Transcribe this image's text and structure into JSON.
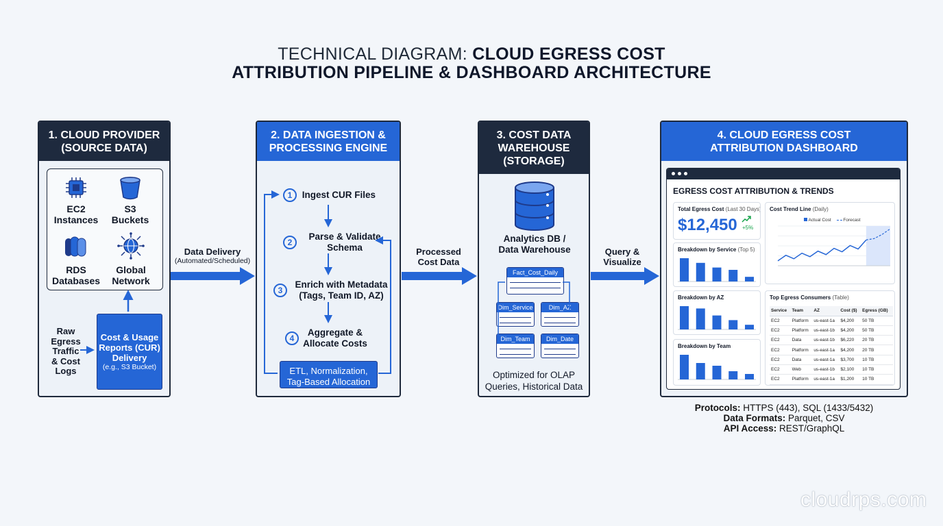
{
  "title": {
    "prefix": "TECHNICAL DIAGRAM: ",
    "emph": "CLOUD EGRESS COST",
    "line2": "ATTRIBUTION PIPELINE & DASHBOARD ARCHITECTURE"
  },
  "panel1": {
    "header_l1": "1. CLOUD PROVIDER",
    "header_l2": "(SOURCE DATA)",
    "services": [
      {
        "l1": "EC2",
        "l2": "Instances",
        "icon": "chip-icon"
      },
      {
        "l1": "S3",
        "l2": "Buckets",
        "icon": "bucket-icon"
      },
      {
        "l1": "RDS",
        "l2": "Databases",
        "icon": "database-cylinders-icon"
      },
      {
        "l1": "Global",
        "l2": "Network",
        "icon": "globe-network-icon"
      }
    ],
    "raw": [
      "Raw",
      "Egress",
      "Traffic",
      "& Cost",
      "Logs"
    ],
    "cur": [
      "Cost & Usage",
      "Reports (CUR)",
      "Delivery"
    ],
    "cur_note": "(e.g., S3 Bucket)"
  },
  "arrow1": {
    "label": "Data Delivery",
    "sub": "(Automated/Scheduled)"
  },
  "panel2": {
    "header_l1": "2. DATA INGESTION &",
    "header_l2": "PROCESSING ENGINE",
    "steps": [
      {
        "num": "1",
        "l1": "Ingest CUR Files",
        "l2": ""
      },
      {
        "num": "2",
        "l1": "Parse & Validate",
        "l2": "Schema"
      },
      {
        "num": "3",
        "l1": "Enrich with Metadata",
        "l2": "(Tags, Team ID, AZ)"
      },
      {
        "num": "4",
        "l1": "Aggregate &",
        "l2": "Allocate Costs"
      }
    ],
    "etl_l1": "ETL, Normalization,",
    "etl_l2": "Tag-Based Allocation"
  },
  "arrow2": {
    "l1": "Processed",
    "l2": "Cost Data"
  },
  "panel3": {
    "header_l1": "3. COST DATA",
    "header_l2": "WAREHOUSE",
    "header_l3": "(STORAGE)",
    "db_l1": "Analytics DB /",
    "db_l2": "Data Warehouse",
    "tables": {
      "fact": "Fact_Cost_Daily",
      "service": "Dim_Service",
      "az": "Dim_AZ",
      "team": "Dim_Team",
      "date": "Dim_Date"
    },
    "note_l1": "Optimized for OLAP",
    "note_l2": "Queries, Historical Data"
  },
  "arrow3": {
    "l1": "Query &",
    "l2": "Visualize"
  },
  "panel4": {
    "header_l1": "4. CLOUD EGRESS COST",
    "header_l2": "ATTRIBUTION DASHBOARD",
    "dash_title": "EGRESS COST ATTRIBUTION & TRENDS",
    "total": {
      "label": "Total Egress Cost",
      "sub": "(Last 30 Days)",
      "value": "$12,450",
      "delta": "+5%"
    },
    "trend": {
      "label": "Cost Trend Line",
      "sub": "(Daily)",
      "legend_actual": "Actual Cost",
      "legend_forecast": "Forecast"
    },
    "by_service": {
      "label": "Breakdown by Service",
      "sub": "(Top 5)"
    },
    "by_az": {
      "label": "Breakdown by AZ"
    },
    "by_team": {
      "label": "Breakdown by Team"
    },
    "consumers": {
      "label": "Top Egress Consumers",
      "sub": "(Table)",
      "headers": [
        "Service",
        "Team",
        "AZ",
        "Cost ($)",
        "Egress (GB)"
      ],
      "rows": [
        [
          "EC2",
          "Platform",
          "us-east-1a",
          "$4,200",
          "50 TB"
        ],
        [
          "EC2",
          "Platform",
          "us-east-1b",
          "$4,200",
          "50 TB"
        ],
        [
          "EC2",
          "Data",
          "us-east-1b",
          "$6,220",
          "20 TB"
        ],
        [
          "EC2",
          "Platform",
          "us-east-1a",
          "$4,200",
          "20 TB"
        ],
        [
          "EC2",
          "Data",
          "us-east-1a",
          "$3,700",
          "10 TB"
        ],
        [
          "EC2",
          "Web",
          "us-east-1b",
          "$2,100",
          "10 TB"
        ],
        [
          "EC2",
          "Platform",
          "us-east-1a",
          "$1,200",
          "10 TB"
        ]
      ]
    }
  },
  "footer": {
    "protocols_label": "Protocols:",
    "protocols": " HTTPS (443), SQL (1433/5432)",
    "formats_label": "Data Formats:",
    "formats": " Parquet, CSV",
    "api_label": "API Access:",
    "api": " REST/GraphQL"
  },
  "watermark": "cloudrps.com",
  "colors": {
    "accent": "#2566d6",
    "dark": "#1e2a3e",
    "background": "#f3f6fa",
    "positive": "#16a34a"
  },
  "chart_data": [
    {
      "type": "line",
      "title": "Cost Trend Line",
      "series": [
        {
          "name": "Actual Cost",
          "values": [
            220,
            300,
            250,
            330,
            280,
            360,
            310,
            400,
            350,
            440,
            390,
            520
          ]
        },
        {
          "name": "Forecast",
          "values": [
            540,
            600,
            680
          ]
        }
      ]
    },
    {
      "type": "bar",
      "title": "Breakdown by Service",
      "values": [
        5,
        4,
        3,
        2.5,
        1
      ]
    },
    {
      "type": "bar",
      "title": "Breakdown by AZ",
      "values": [
        5,
        4.5,
        3,
        2,
        1
      ]
    },
    {
      "type": "bar",
      "title": "Breakdown by Team",
      "values": [
        4.5,
        3,
        2.5,
        1.5,
        1
      ]
    }
  ]
}
